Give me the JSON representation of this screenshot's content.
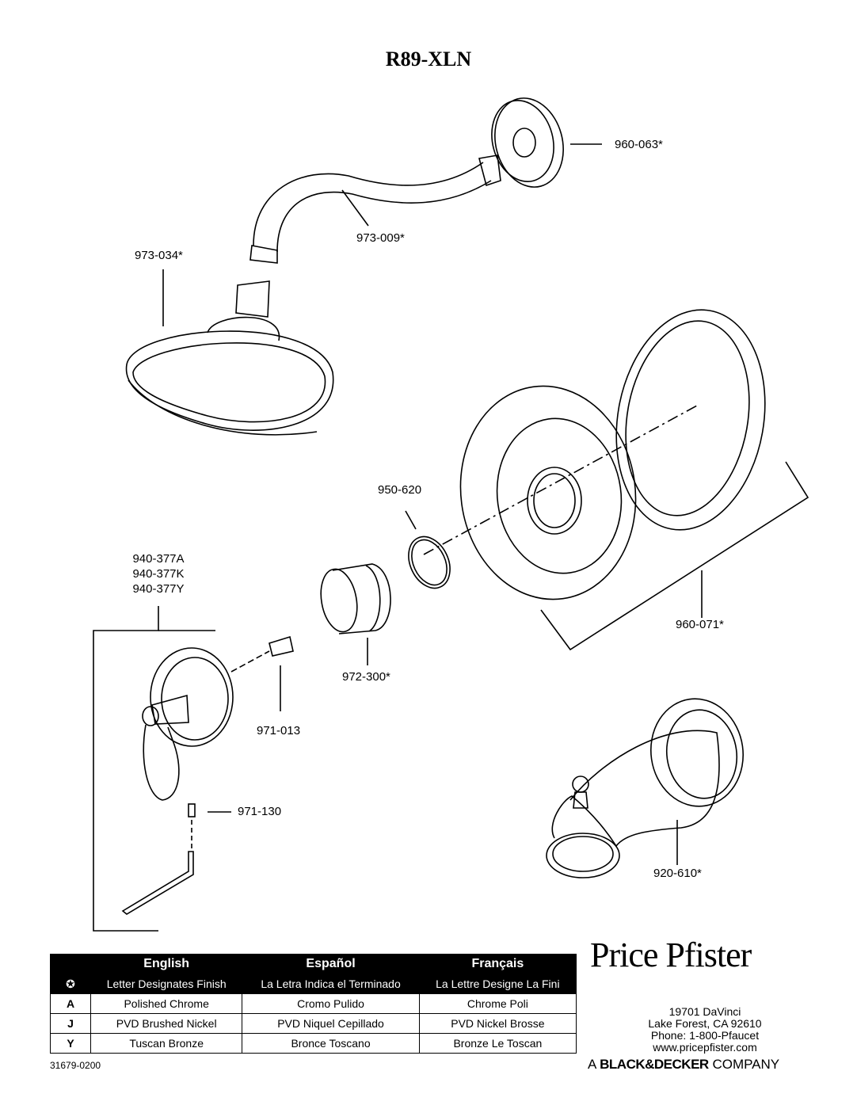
{
  "title": "R89-XLN",
  "parts": {
    "flange": "960-063*",
    "arm": "973-009*",
    "showerhead": "973-034*",
    "oring": "950-620",
    "handle_a": "940-377A",
    "handle_k": "940-377K",
    "handle_y": "940-377Y",
    "escutcheon": "960-071*",
    "sleeve": "972-300*",
    "adapter": "971-013",
    "setscrew": "971-130",
    "spout": "920-610*"
  },
  "finish_table": {
    "headers": [
      "English",
      "Español",
      "Français"
    ],
    "key_symbol": "✪",
    "subheaders": [
      "Letter Designates Finish",
      "La Letra Indica el Terminado",
      "La Lettre Designe La Fini"
    ],
    "rows": [
      {
        "code": "A",
        "en": "Polished Chrome",
        "es": "Cromo Pulido",
        "fr": "Chrome Poli"
      },
      {
        "code": "J",
        "en": "PVD Brushed Nickel",
        "es": "PVD Niquel Cepillado",
        "fr": "PVD Nickel Brosse"
      },
      {
        "code": "Y",
        "en": "Tuscan Bronze",
        "es": "Bronce Toscano",
        "fr": "Bronze Le Toscan"
      }
    ]
  },
  "doc_number": "31679-0200",
  "brand": {
    "name": "Price Pfister",
    "address1": "19701 DaVinci",
    "address2": "Lake Forest, CA 92610",
    "phone": "Phone: 1-800-Pfaucet",
    "website": "www.pricepfister.com",
    "parent_prefix": "A",
    "parent_name": "BLACK&DECKER",
    "parent_suffix": "COMPANY"
  }
}
